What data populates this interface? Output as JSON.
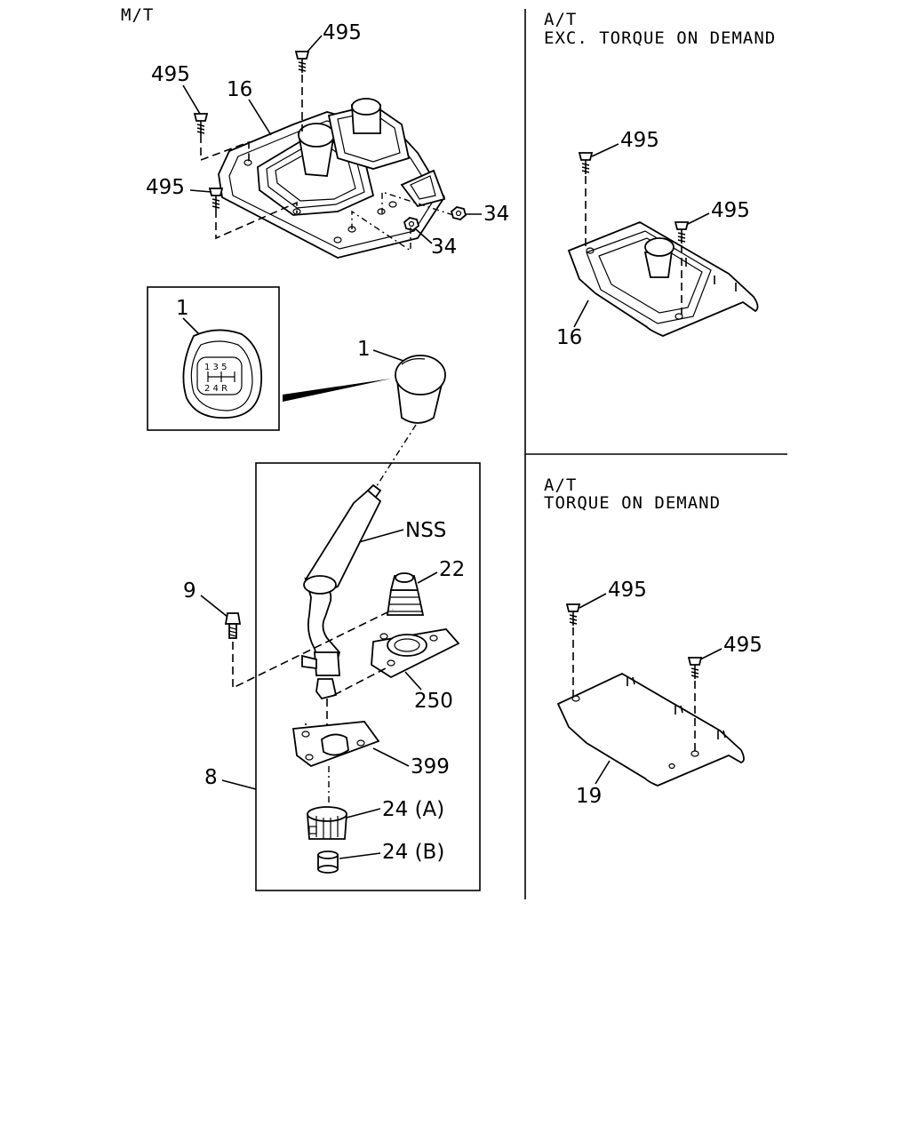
{
  "sections": {
    "mt": {
      "title": "M/T"
    },
    "at_exc": {
      "line1": "A/T",
      "line2": "EXC. TORQUE ON DEMAND"
    },
    "at_tod": {
      "line1": "A/T",
      "line2": "TORQUE ON DEMAND"
    }
  },
  "shift_pattern": {
    "top": "1 3 5",
    "bottom": "2 4 R"
  },
  "callouts": {
    "screw": "495",
    "console_cover": "16",
    "nut": "34",
    "knob": "1",
    "shift_lever_assembly": "8",
    "bolt": "9",
    "shift_lever": "NSS",
    "boot": "22",
    "plate": "250",
    "gasket": "399",
    "bushing_a": "24 (A)",
    "bushing_b": "24 (B)",
    "tod_cover": "19"
  }
}
